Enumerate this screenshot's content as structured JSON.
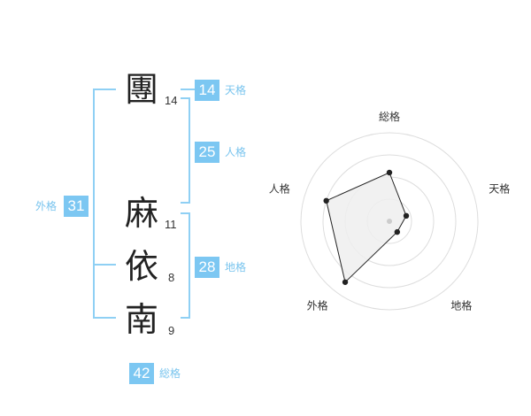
{
  "characters": [
    {
      "char": "團",
      "strokes": "14"
    },
    {
      "char": "麻",
      "strokes": "11"
    },
    {
      "char": "依",
      "strokes": "8"
    },
    {
      "char": "南",
      "strokes": "9"
    }
  ],
  "fortunes": {
    "tenkaku": {
      "value": "14",
      "label": "天格"
    },
    "jinkaku": {
      "value": "25",
      "label": "人格"
    },
    "chikaku": {
      "value": "28",
      "label": "地格"
    },
    "gaikaku": {
      "value": "31",
      "label": "外格"
    },
    "soukaku": {
      "value": "42",
      "label": "総格"
    }
  },
  "colors": {
    "accent": "#7cc7f2",
    "line": "#8fd0f4"
  },
  "chart_data": {
    "type": "radar",
    "axes": [
      "総格",
      "天格",
      "地格",
      "外格",
      "人格"
    ],
    "values": [
      0.55,
      0.2,
      0.15,
      0.85,
      0.75
    ],
    "max": 1.0,
    "rings": 4
  }
}
